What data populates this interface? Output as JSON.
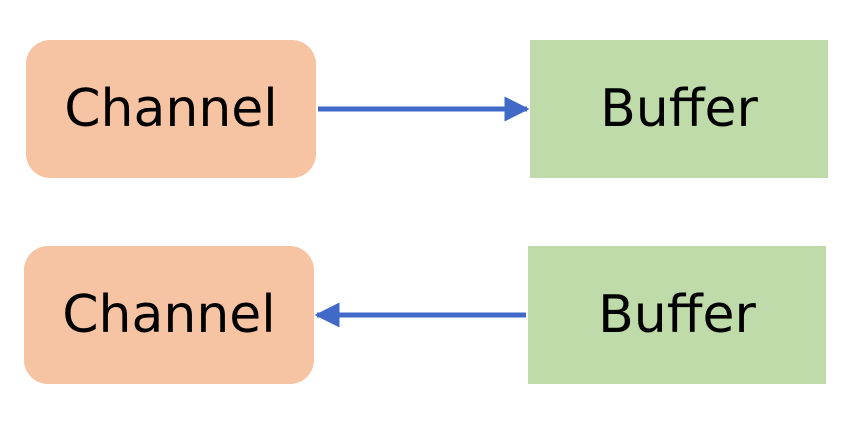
{
  "colors": {
    "channel_fill": "#f6c4a3",
    "buffer_fill": "#bedba9",
    "arrow": "#4169c7"
  },
  "rows": [
    {
      "channel_label": "Channel",
      "buffer_label": "Buffer",
      "direction": "channel-to-buffer"
    },
    {
      "channel_label": "Channel",
      "buffer_label": "Buffer",
      "direction": "buffer-to-channel"
    }
  ]
}
